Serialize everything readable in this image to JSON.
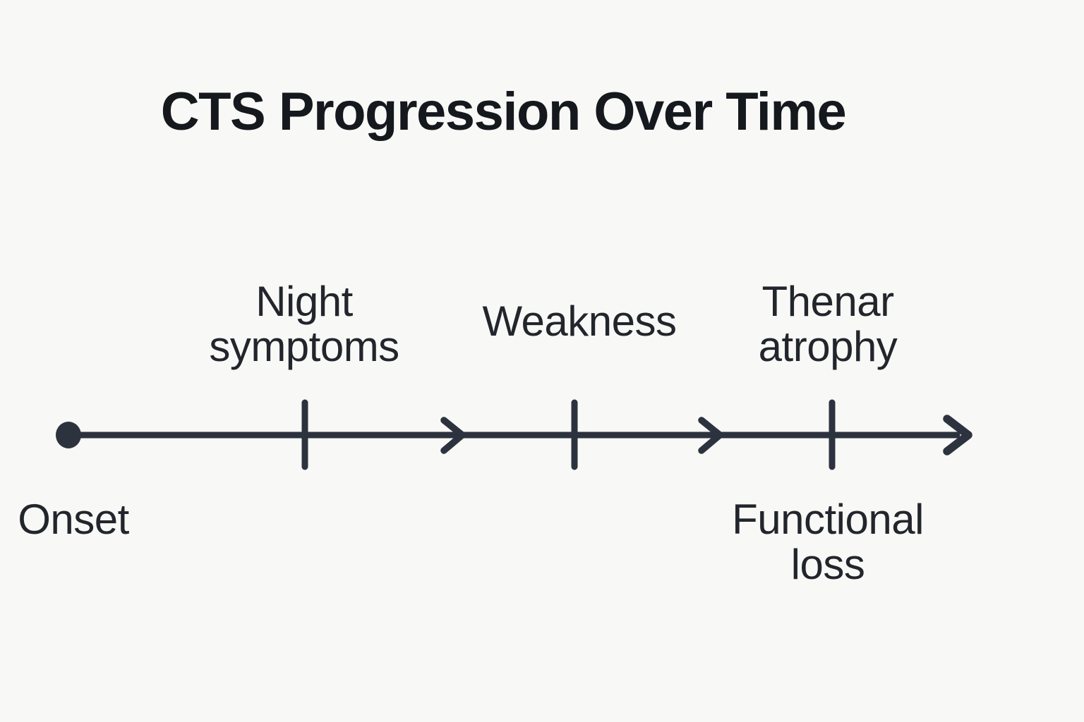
{
  "title": "CTS Progression Over Time",
  "timeline": {
    "type": "timeline",
    "direction": "left-to-right",
    "start": {
      "label": "Onset",
      "side": "below"
    },
    "milestones": [
      {
        "label": "Night\nsymptoms",
        "side": "above"
      },
      {
        "label": "Weakness",
        "side": "above"
      },
      {
        "label": "Thenar\natrophy",
        "side": "above"
      },
      {
        "label": "Functional\nloss",
        "side": "below"
      }
    ]
  },
  "colors": {
    "background": "#f8f8f6",
    "line": "#2d333e",
    "title_text": "#15181d",
    "label_text": "#22262c"
  }
}
